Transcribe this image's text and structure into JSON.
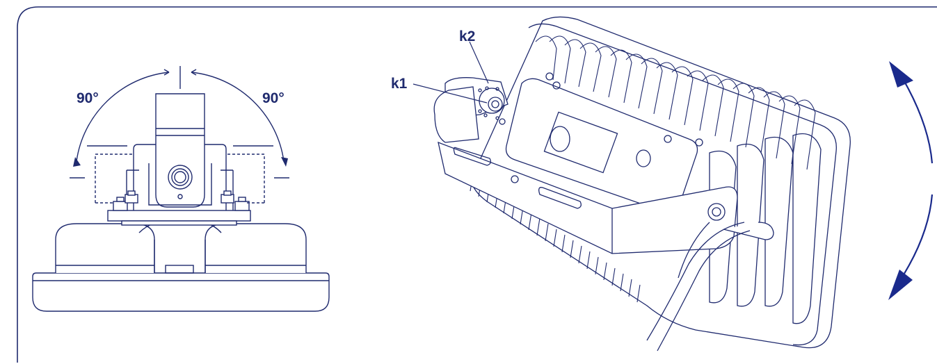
{
  "colors": {
    "line": "#1f2a6e",
    "arrow": "#1a2a8c",
    "frame": "#1f2a6e",
    "background": "#ffffff"
  },
  "left_view": {
    "angle_left": "90°",
    "angle_right": "90°"
  },
  "right_view": {
    "callout_k1": "k1",
    "callout_k2": "k2"
  }
}
